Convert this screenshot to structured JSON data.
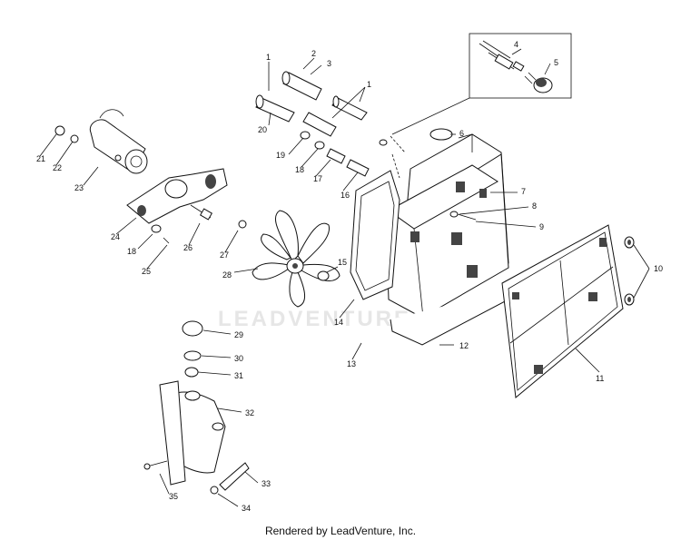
{
  "watermark": "LEADVENTURE",
  "footer": "Rendered by LeadVenture, Inc.",
  "callouts": {
    "c1a": "1",
    "c1b": "1",
    "c2": "2",
    "c3": "3",
    "c4": "4",
    "c5": "5",
    "c6": "6",
    "c7": "7",
    "c8": "8",
    "c9": "9",
    "c10": "10",
    "c11": "11",
    "c12": "12",
    "c13": "13",
    "c14": "14",
    "c15": "15",
    "c16": "16",
    "c17": "17",
    "c18a": "18",
    "c18b": "18",
    "c19": "19",
    "c20": "20",
    "c21": "21",
    "c22": "22",
    "c23": "23",
    "c24": "24",
    "c25": "25",
    "c26": "26",
    "c27": "27",
    "c28": "28",
    "c29": "29",
    "c30": "30",
    "c31": "31",
    "c32": "32",
    "c33": "33",
    "c34": "34",
    "c35": "35"
  }
}
